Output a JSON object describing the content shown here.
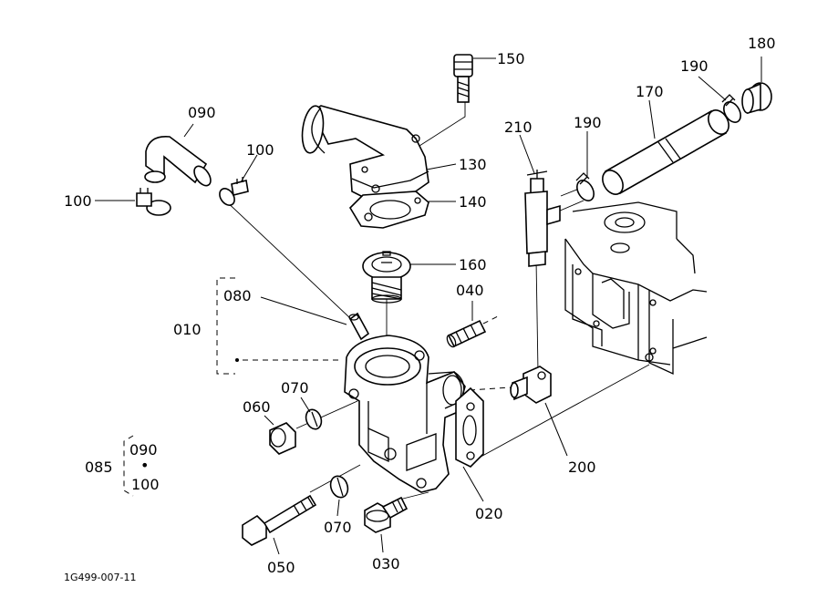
{
  "diagram": {
    "drawing_ref": "1G499-007-11",
    "group_label": "085",
    "group_items": [
      "090",
      "100"
    ],
    "group_bullet": "•",
    "parts": [
      {
        "id": "p150",
        "number": "150",
        "name": "bolt"
      },
      {
        "id": "p180",
        "number": "180",
        "name": "cap"
      },
      {
        "id": "p090",
        "number": "090",
        "name": "bypass-hose"
      },
      {
        "id": "p100a",
        "number": "100",
        "name": "hose-clamp-right"
      },
      {
        "id": "p100b",
        "number": "100",
        "name": "hose-clamp-left"
      },
      {
        "id": "p130",
        "number": "130",
        "name": "thermostat-cover"
      },
      {
        "id": "p140",
        "number": "140",
        "name": "cover-gasket"
      },
      {
        "id": "p170",
        "number": "170",
        "name": "hose"
      },
      {
        "id": "p190a",
        "number": "190",
        "name": "hose-clamp-upper"
      },
      {
        "id": "p190b",
        "number": "190",
        "name": "hose-clamp-lower"
      },
      {
        "id": "p210",
        "number": "210",
        "name": "drain-cock"
      },
      {
        "id": "p160",
        "number": "160",
        "name": "thermostat"
      },
      {
        "id": "p080",
        "number": "080",
        "name": "pipe"
      },
      {
        "id": "p040",
        "number": "040",
        "name": "stud-pipe"
      },
      {
        "id": "p010",
        "number": "010",
        "name": "housing-assembly"
      },
      {
        "id": "p070a",
        "number": "070",
        "name": "washer-upper"
      },
      {
        "id": "p060",
        "number": "060",
        "name": "nut"
      },
      {
        "id": "p200",
        "number": "200",
        "name": "elbow-fitting"
      },
      {
        "id": "p020",
        "number": "020",
        "name": "housing-gasket"
      },
      {
        "id": "p070b",
        "number": "070",
        "name": "washer-lower"
      },
      {
        "id": "p050",
        "number": "050",
        "name": "long-bolt"
      },
      {
        "id": "p030",
        "number": "030",
        "name": "flange-bolt"
      }
    ]
  }
}
